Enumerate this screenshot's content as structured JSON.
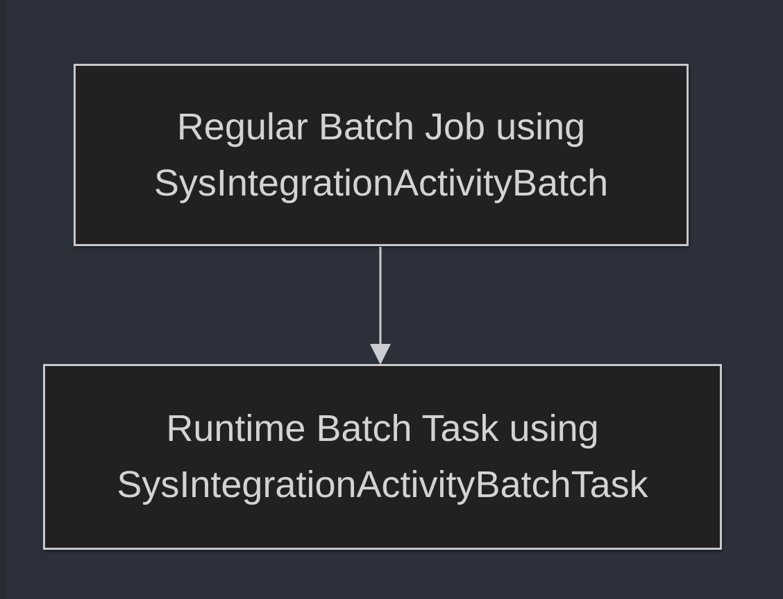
{
  "colors": {
    "canvas-bg": "#2b303a",
    "canvas-edge": "#262a33",
    "node-fill": "#212121",
    "node-border": "#c7c9cc",
    "node-text": "#d3d3d3",
    "connector": "#cbcdd0"
  },
  "diagram": {
    "nodes": [
      {
        "id": "regular-batch-job",
        "line1": "Regular Batch Job using",
        "line2": "SysIntegrationActivityBatch"
      },
      {
        "id": "runtime-batch-task",
        "line1": "Runtime Batch Task using",
        "line2": "SysIntegrationActivityBatchTask"
      }
    ],
    "connector": {
      "direction": "down",
      "from": "regular-batch-job",
      "to": "runtime-batch-task"
    }
  }
}
